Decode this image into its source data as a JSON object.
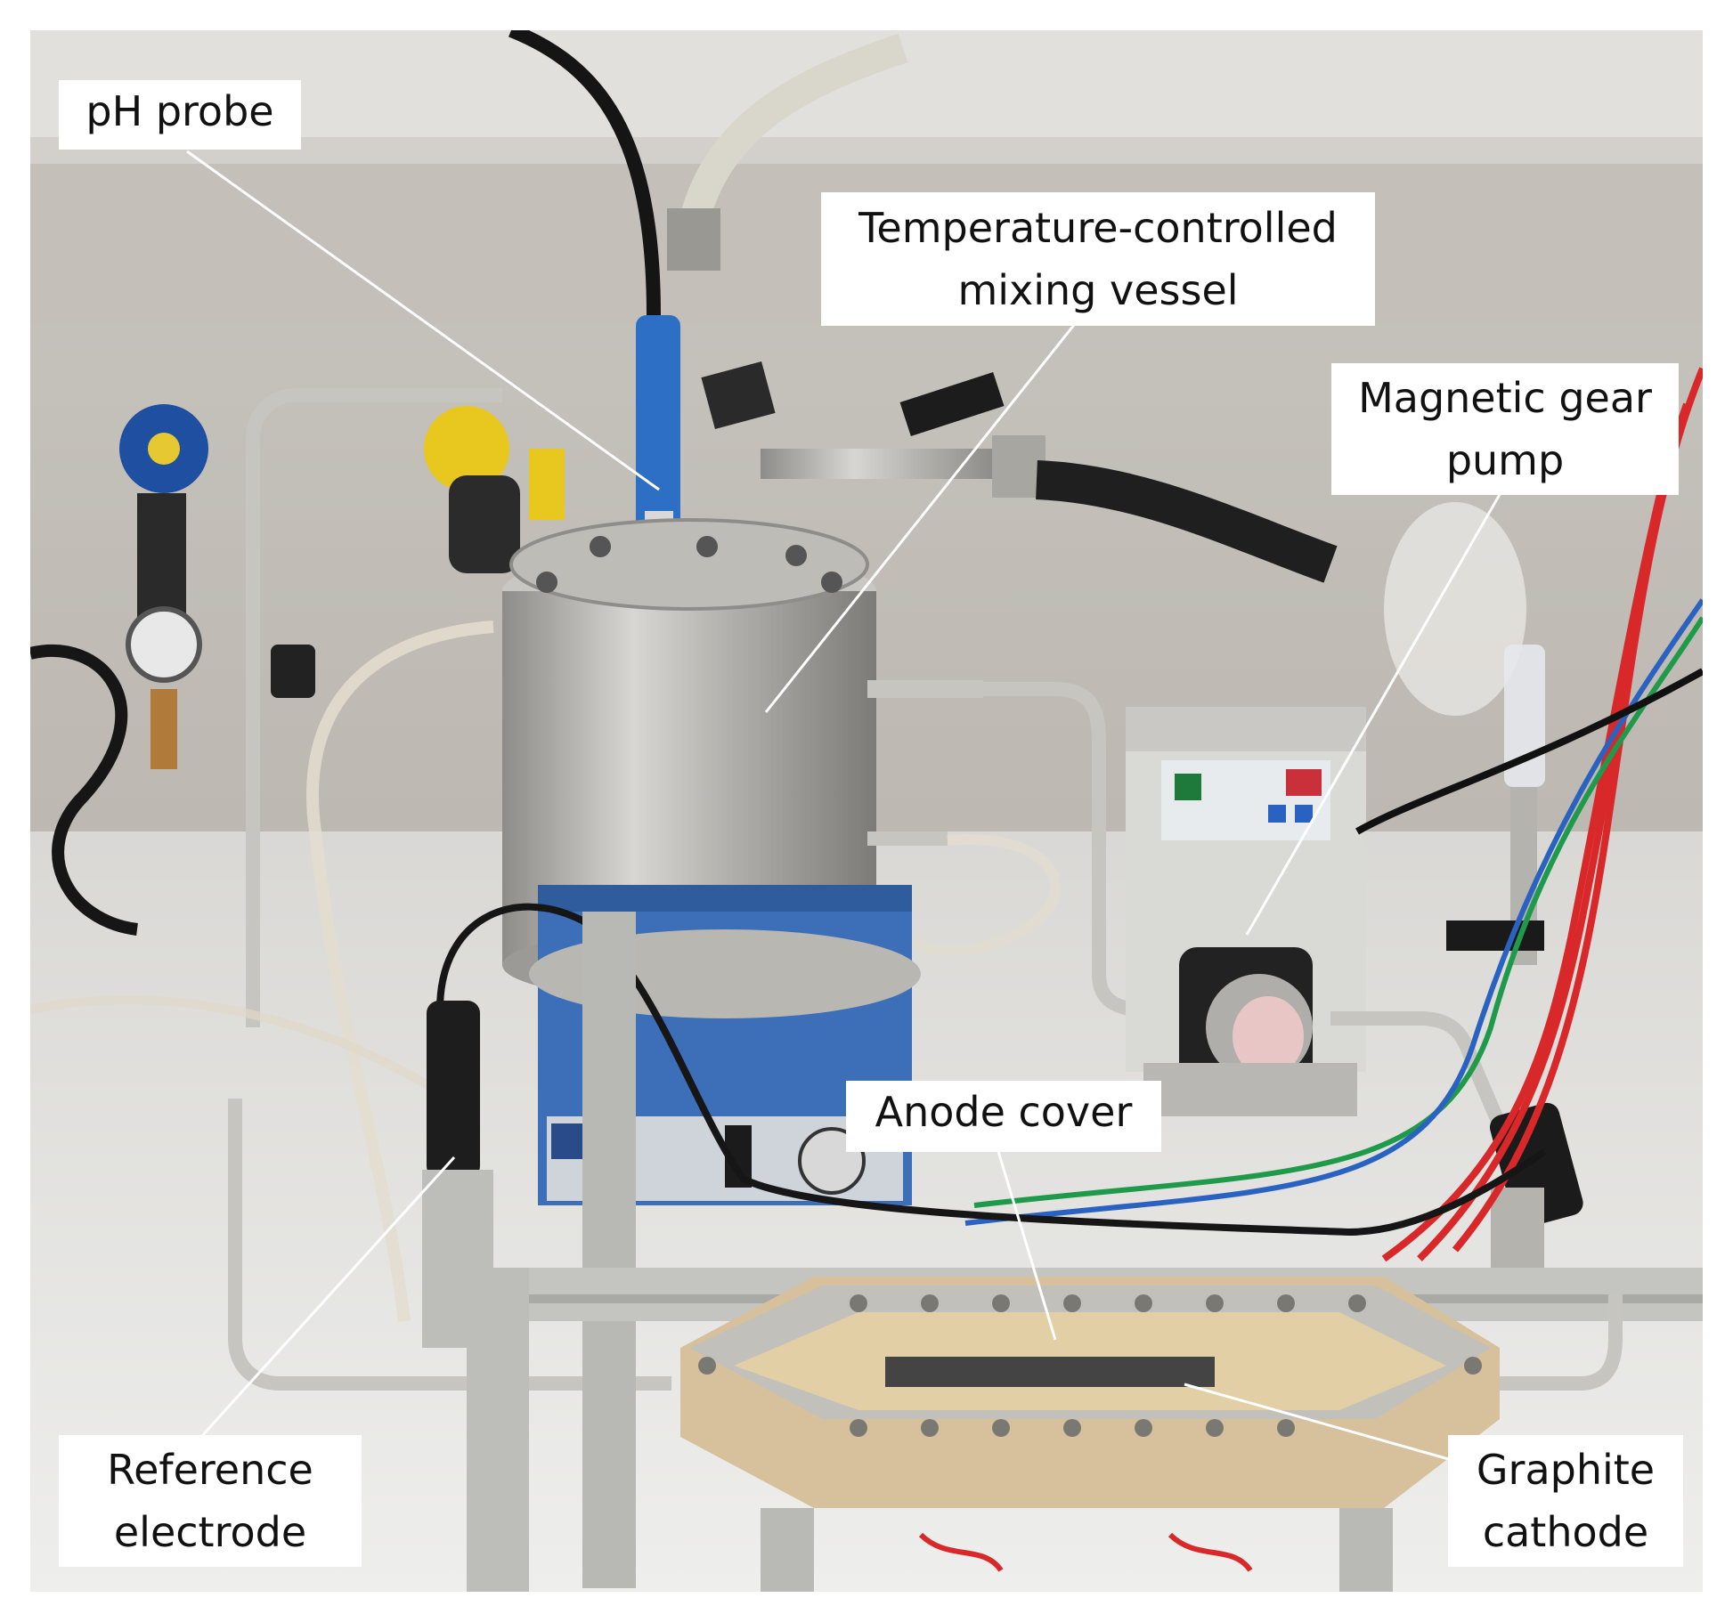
{
  "figure": {
    "labels": {
      "ph_probe": "pH probe",
      "mixing_vessel_line1": "Temperature-controlled",
      "mixing_vessel_line2": "mixing vessel",
      "gear_pump_line1": "Magnetic gear",
      "gear_pump_line2": "pump",
      "anode_cover": "Anode cover",
      "reference_electrode_line1": "Reference",
      "reference_electrode_line2": "electrode",
      "graphite_cathode_line1": "Graphite",
      "graphite_cathode_line2": "cathode"
    },
    "colors": {
      "background_wall": "#cfccc8",
      "bench": "#e4e3e0",
      "steel": "#b4b2ad",
      "stirrer_blue": "#3c6fb8",
      "cell_beige": "#d6c19c",
      "wire_red": "#d8282a",
      "wire_green": "#1f9a4a",
      "wire_blue": "#2a62c2",
      "label_box": "#ffffff"
    }
  }
}
